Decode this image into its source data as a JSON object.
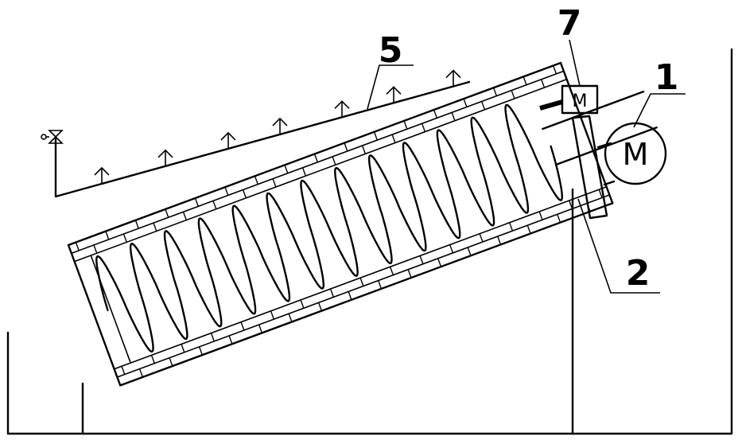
{
  "callouts": {
    "motor": "1",
    "bearing": "2",
    "spray_pipe": "5",
    "small_motor": "7"
  },
  "motor_symbol": "M",
  "small_motor_symbol": "M",
  "icons": {
    "valve": "valve-icon",
    "nozzle": "spray-nozzle-icon"
  },
  "colors": {
    "line": "#000000",
    "background": "#ffffff"
  }
}
